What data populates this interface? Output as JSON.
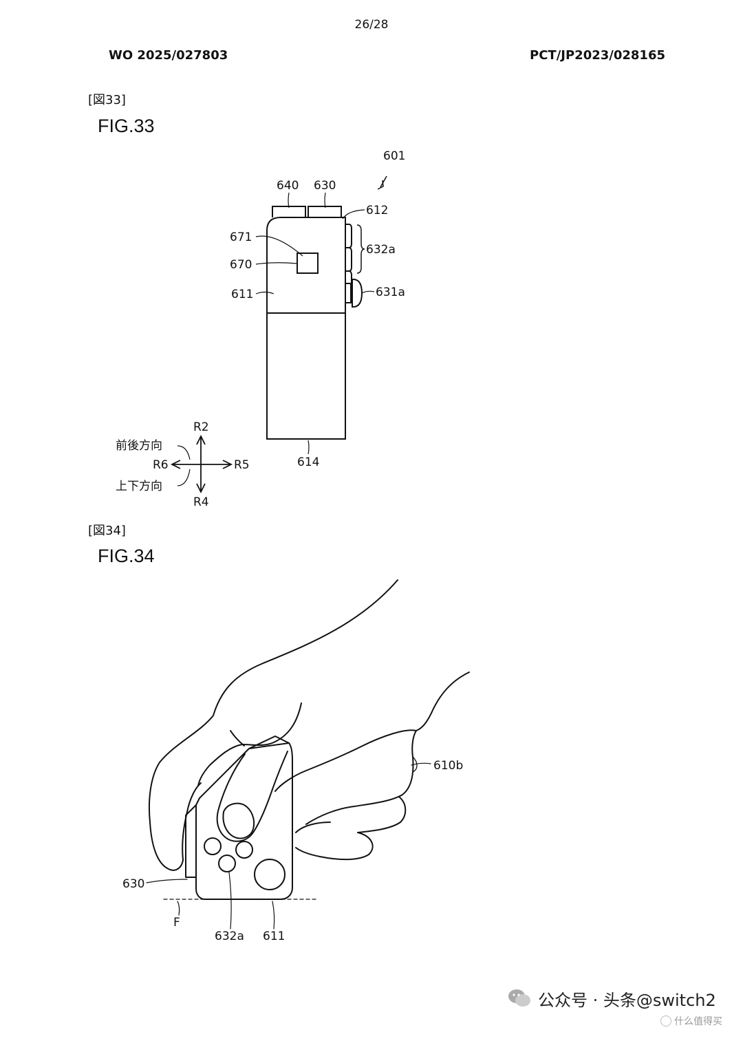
{
  "header": {
    "page_number": "26/28",
    "publication_number": "WO 2025/027803",
    "application_number": "PCT/JP2023/028165"
  },
  "fig33": {
    "tag": "[図33]",
    "title": "FIG.33",
    "labels": {
      "device": "601",
      "l640": "640",
      "l630": "630",
      "l612": "612",
      "l671": "671",
      "l632a": "632a",
      "l670": "670",
      "l631a": "631a",
      "l611": "611",
      "l614": "614"
    },
    "directions": {
      "up": "R2",
      "down": "R4",
      "left": "R6",
      "right": "R5",
      "front_back": "前後方向",
      "up_down": "上下方向"
    }
  },
  "fig34": {
    "tag": "[図34]",
    "title": "FIG.34",
    "labels": {
      "l610b": "610b",
      "l630": "630",
      "F": "F",
      "l632a": "632a",
      "l611": "611"
    }
  },
  "watermark": {
    "source": "公众号 · 头条@switch2",
    "sub": "什么值得买"
  }
}
